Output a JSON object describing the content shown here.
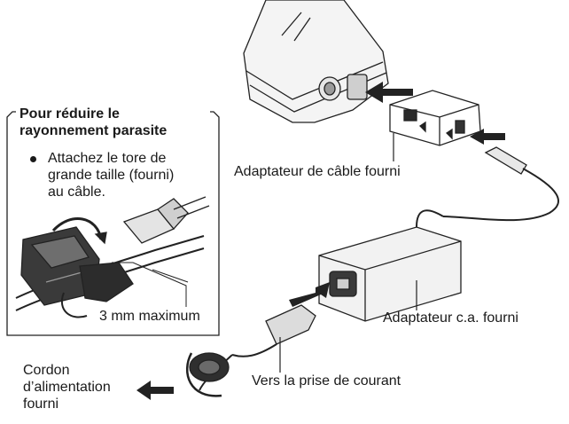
{
  "reduce_box": {
    "title_lines": [
      "Pour réduire le",
      "rayonnement parasite"
    ],
    "bullet_lines": [
      "Attachez le tore de",
      "grande taille (fourni)",
      "au câble."
    ],
    "measurement": "3 mm maximum"
  },
  "labels": {
    "cable_adapter": "Adaptateur de câble fourni",
    "ac_adapter": "Adaptateur c.a. fourni",
    "outlet": "Vers la prise de courant",
    "power_cord_lines": [
      "Cordon",
      "d’alimentation",
      "fourni"
    ]
  }
}
